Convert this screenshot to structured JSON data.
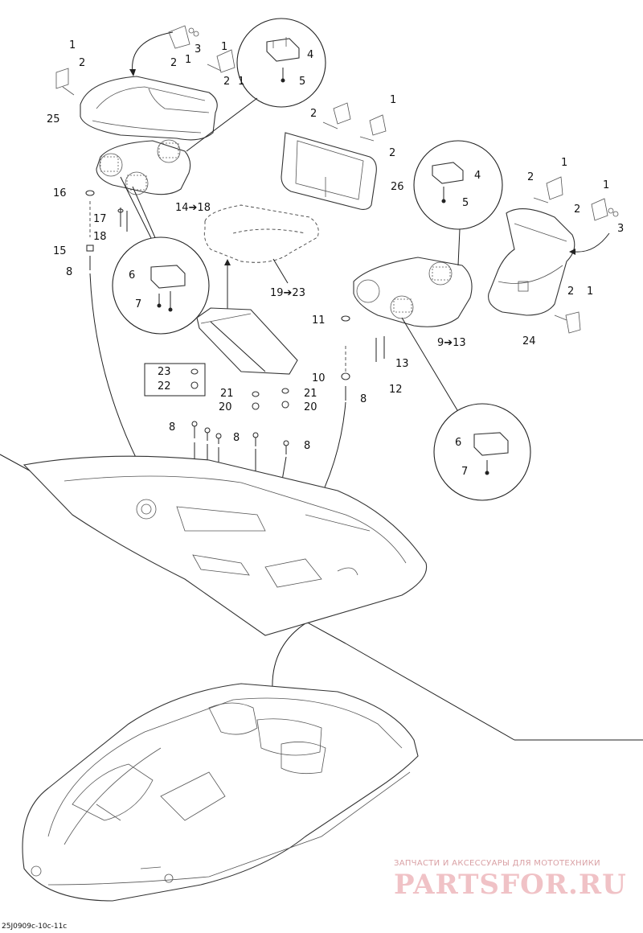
{
  "diagram_code": "25J0909c-10c-11c",
  "watermark": {
    "subtitle": "ЗАПЧАСТИ И АКСЕССУАРЫ ДЛЯ МОТОТЕХНИКИ",
    "brand": "PARTSFOR.RU"
  },
  "callouts": [
    {
      "id": "c1",
      "text": "1"
    },
    {
      "id": "c2",
      "text": "2"
    },
    {
      "id": "c3",
      "text": "1"
    },
    {
      "id": "c4",
      "text": "3"
    },
    {
      "id": "c5",
      "text": "2"
    },
    {
      "id": "c6",
      "text": "1"
    },
    {
      "id": "c7",
      "text": "1"
    },
    {
      "id": "c8",
      "text": "2"
    },
    {
      "id": "c9",
      "text": "4"
    },
    {
      "id": "c10",
      "text": "5"
    },
    {
      "id": "c11",
      "text": "25"
    },
    {
      "id": "c12",
      "text": "2"
    },
    {
      "id": "c13",
      "text": "1"
    },
    {
      "id": "c14",
      "text": "2"
    },
    {
      "id": "c15",
      "text": "26"
    },
    {
      "id": "c16",
      "text": "16"
    },
    {
      "id": "c17",
      "text": "14➔18"
    },
    {
      "id": "c18",
      "text": "17"
    },
    {
      "id": "c19",
      "text": "18"
    },
    {
      "id": "c20",
      "text": "15"
    },
    {
      "id": "c21",
      "text": "8"
    },
    {
      "id": "c22",
      "text": "1"
    },
    {
      "id": "c23",
      "text": "2"
    },
    {
      "id": "c24",
      "text": "4"
    },
    {
      "id": "c25",
      "text": "5"
    },
    {
      "id": "c26",
      "text": "1"
    },
    {
      "id": "c27",
      "text": "2"
    },
    {
      "id": "c28",
      "text": "3"
    },
    {
      "id": "c29",
      "text": "6"
    },
    {
      "id": "c30",
      "text": "7"
    },
    {
      "id": "c31",
      "text": "19➔23"
    },
    {
      "id": "c32",
      "text": "11"
    },
    {
      "id": "c33",
      "text": "9➔13"
    },
    {
      "id": "c34",
      "text": "2"
    },
    {
      "id": "c35",
      "text": "1"
    },
    {
      "id": "c36",
      "text": "24"
    },
    {
      "id": "c37",
      "text": "13"
    },
    {
      "id": "c38",
      "text": "10"
    },
    {
      "id": "c39",
      "text": "12"
    },
    {
      "id": "c40",
      "text": "8"
    },
    {
      "id": "c41",
      "text": "23"
    },
    {
      "id": "c42",
      "text": "22"
    },
    {
      "id": "c43",
      "text": "21"
    },
    {
      "id": "c44",
      "text": "21"
    },
    {
      "id": "c45",
      "text": "20"
    },
    {
      "id": "c46",
      "text": "20"
    },
    {
      "id": "c47",
      "text": "8"
    },
    {
      "id": "c48",
      "text": "8"
    },
    {
      "id": "c49",
      "text": "8"
    },
    {
      "id": "c50",
      "text": "6"
    },
    {
      "id": "c51",
      "text": "7"
    }
  ]
}
